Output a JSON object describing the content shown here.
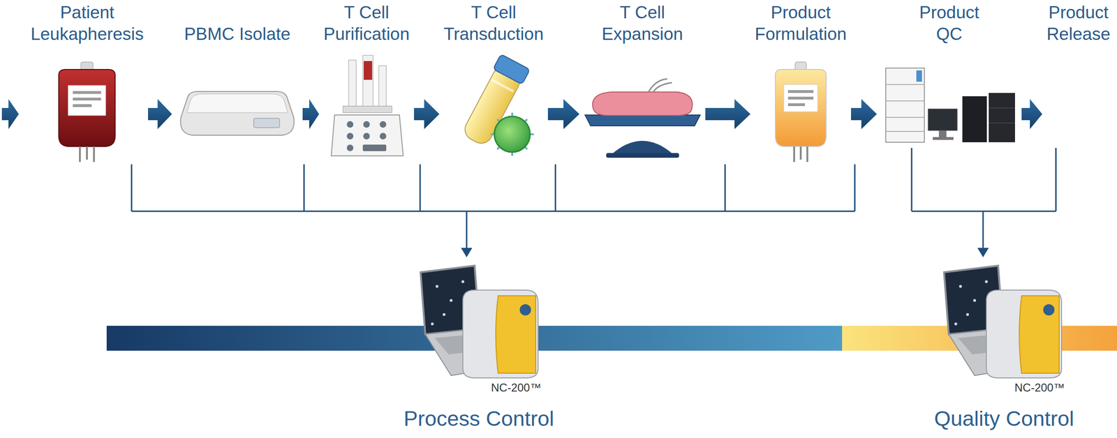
{
  "diagram": {
    "nodes": [
      {
        "text": [
          "Patient Leukapheresis"
        ]
      },
      {
        "text": [
          "PBMC Isolate"
        ]
      },
      {
        "text": [
          "T Cell Purification"
        ]
      },
      {
        "text": [
          "T Cell Transduction"
        ]
      },
      {
        "text": [
          "T Cell Expansion"
        ]
      },
      {
        "text": [
          "Product Formulation"
        ]
      },
      {
        "text": [
          "Product QC"
        ]
      },
      {
        "text": [
          "Product Release"
        ]
      }
    ],
    "edges": [
      {
        "from": 0,
        "to": 1,
        "arrow": "to"
      },
      {
        "from": 1,
        "to": 2,
        "arrow": "to"
      },
      {
        "from": 2,
        "to": 3,
        "arrow": "to"
      },
      {
        "from": 3,
        "to": 4,
        "arrow": "to"
      },
      {
        "from": 4,
        "to": 5,
        "arrow": "to"
      },
      {
        "from": 5,
        "to": 6,
        "arrow": "to"
      },
      {
        "from": 6,
        "to": 7,
        "arrow": "to"
      }
    ],
    "labels": [
      "NC-200™",
      "NC-200™",
      "Process Control",
      "Quality Control"
    ]
  }
}
